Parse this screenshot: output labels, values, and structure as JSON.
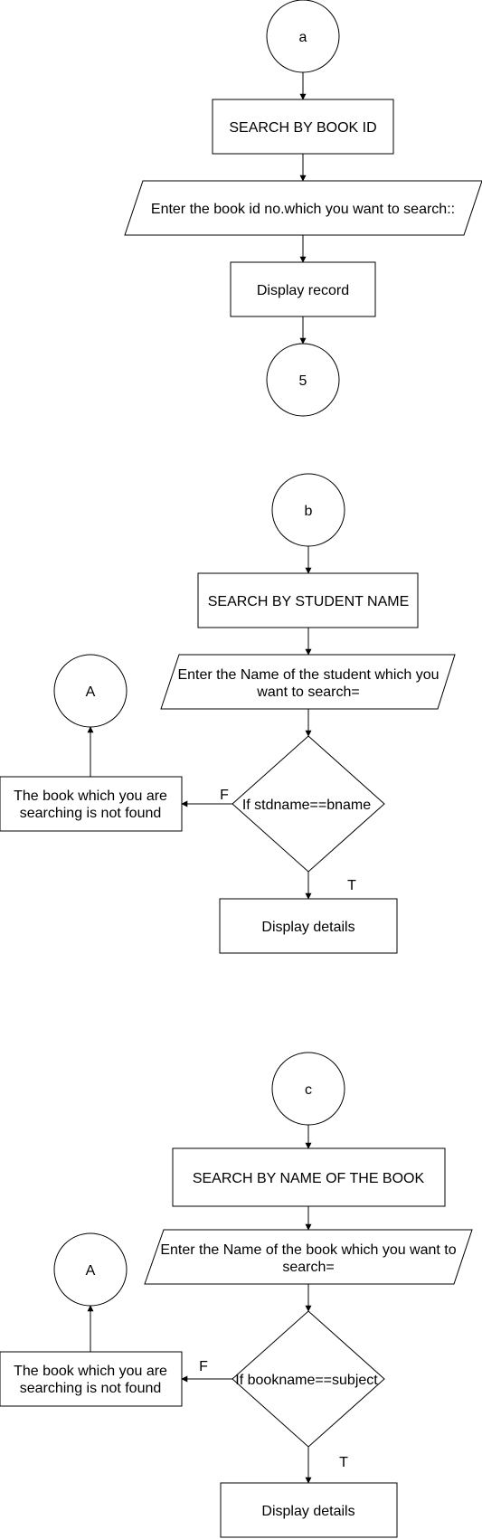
{
  "flow_a": {
    "start": "a",
    "step1": "SEARCH BY BOOK ID",
    "input": "Enter the book id no.which you want to search::",
    "output": "Display record",
    "end": "5"
  },
  "flow_b": {
    "start": "b",
    "step1": "SEARCH BY STUDENT NAME",
    "input_line1": "Enter the Name of the student which you",
    "input_line2": "want to search=",
    "decision": "If stdname==bname",
    "false_label": "F",
    "true_label": "T",
    "not_found_line1": "The book which you are",
    "not_found_line2": "searching is not found",
    "connector": "A",
    "output": "Display details"
  },
  "flow_c": {
    "start": "c",
    "step1": "SEARCH BY NAME OF THE BOOK",
    "input_line1": "Enter the Name of the book which you want to",
    "input_line2": "search=",
    "decision": "If bookname==subject",
    "false_label": "F",
    "true_label": "T",
    "not_found_line1": "The book which you are",
    "not_found_line2": "searching is not found",
    "connector": "A",
    "output": "Display details"
  }
}
